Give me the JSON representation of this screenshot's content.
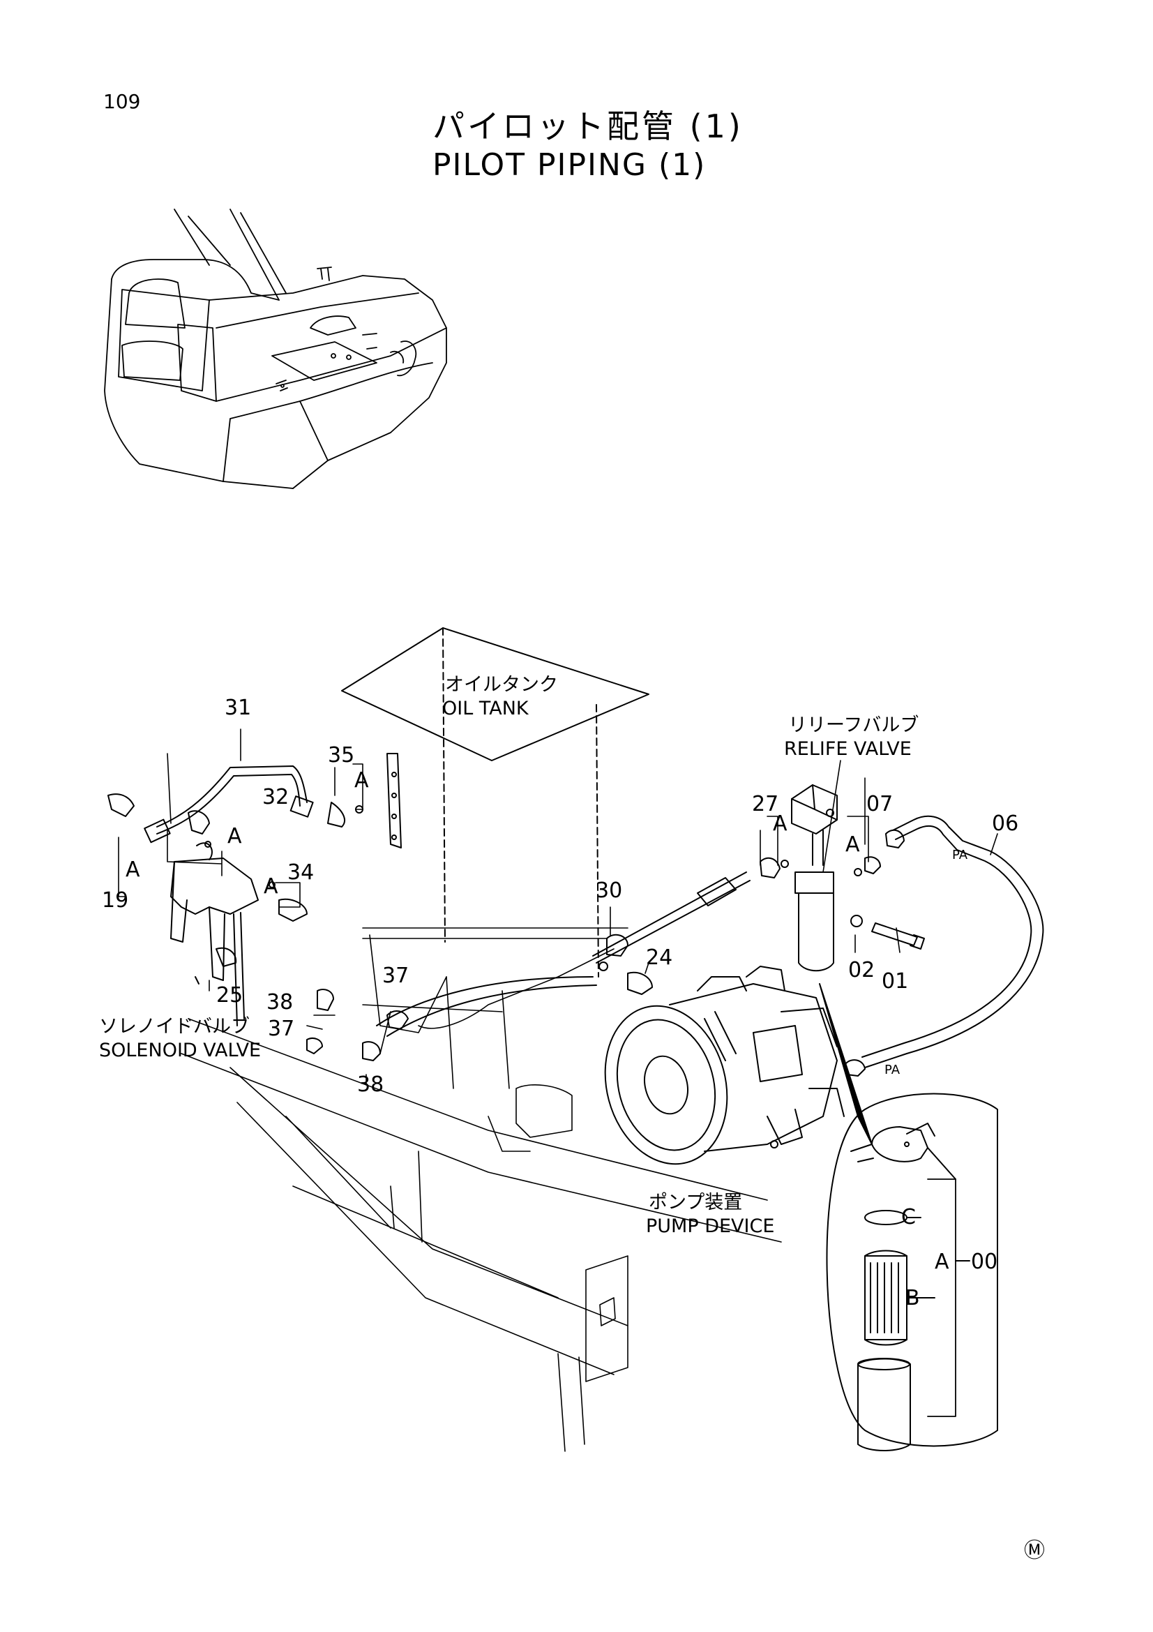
{
  "page_number": "109",
  "title_jp": "パイロット配管 (1)",
  "title_en": "PILOT PIPING (1)",
  "components": {
    "oil_tank_jp": "オイルタンク",
    "oil_tank_en": "OIL TANK",
    "relief_valve_jp": "リリーフバルブ",
    "relief_valve_en": "RELIFE VALVE",
    "solenoid_valve_jp": "ソレノイドバルブ",
    "solenoid_valve_en": "SOLENOID VALVE",
    "pump_device_jp": "ポンプ装置",
    "pump_device_en": "PUMP DEVICE"
  },
  "callouts": {
    "p31": "31",
    "p35": "35",
    "p32": "32",
    "p34": "34",
    "p19": "19",
    "p25": "25",
    "p27": "27",
    "p07": "07",
    "p06": "06",
    "p30": "30",
    "p24": "24",
    "p02": "02",
    "p01": "01",
    "p37a": "37",
    "p37b": "37",
    "p38a": "38",
    "p38b": "38",
    "pa1": "PA",
    "pa2": "PA",
    "p00": "00"
  },
  "letters": {
    "a1": "A",
    "a2": "A",
    "a3": "A",
    "a4": "A",
    "a5": "A",
    "a6": "A",
    "inset_a": "A",
    "inset_b": "B",
    "inset_c": "C"
  },
  "footer_mark": "Ⓜ"
}
